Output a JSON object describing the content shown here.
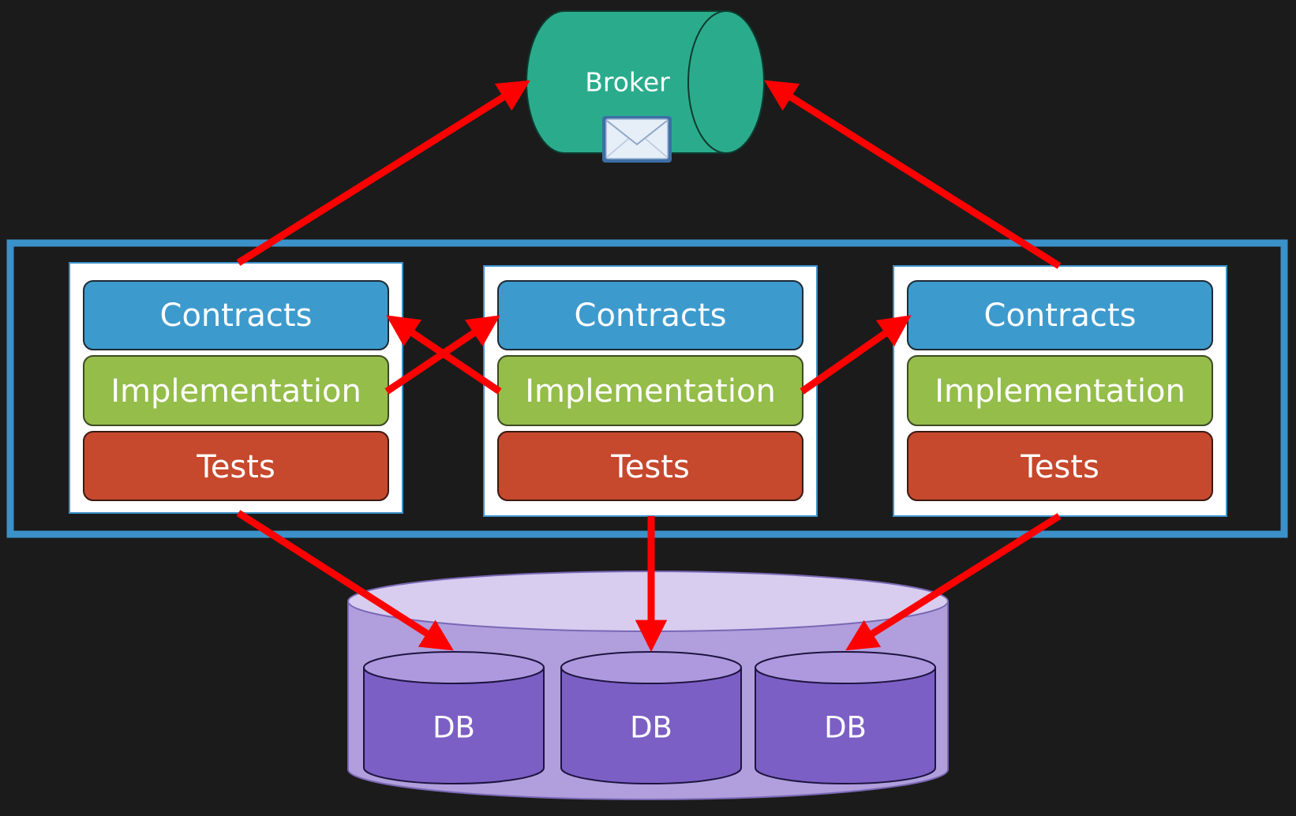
{
  "broker": {
    "label": "Broker",
    "icon": "envelope-icon"
  },
  "services": [
    {
      "contracts": "Contracts",
      "implementation": "Implementation",
      "tests": "Tests"
    },
    {
      "contracts": "Contracts",
      "implementation": "Implementation",
      "tests": "Tests"
    },
    {
      "contracts": "Contracts",
      "implementation": "Implementation",
      "tests": "Tests"
    }
  ],
  "databases": [
    {
      "label": "DB"
    },
    {
      "label": "DB"
    },
    {
      "label": "DB"
    }
  ],
  "colors": {
    "background": "#1b1b1b",
    "broker": "#2aac8c",
    "container_border": "#3b91c9",
    "contracts": "#3d9acd",
    "implementation": "#95bd4a",
    "tests": "#c6482d",
    "db_outer": "#b09fdc",
    "db_inner": "#7c5fc4",
    "arrow": "#ff0000"
  }
}
